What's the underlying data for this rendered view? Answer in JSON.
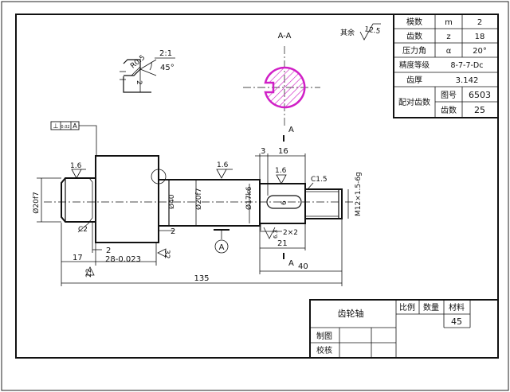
{
  "title_block": {
    "part_name": "齿轮轴",
    "col_scale": "比例",
    "col_quantity": "数量",
    "col_material": "材料",
    "material": "45",
    "drawn_by_label": "制图",
    "checked_by_label": "校核"
  },
  "gear_table": {
    "rows": [
      {
        "label": "模数",
        "symbol": "m",
        "value": "2"
      },
      {
        "label": "齿数",
        "symbol": "z",
        "value": "18"
      },
      {
        "label": "压力角",
        "symbol": "α",
        "value": "20°"
      },
      {
        "label": "精度等级",
        "value": "8-7-7-Dc"
      },
      {
        "label": "齿厚",
        "value": "3.142"
      }
    ],
    "mating_label": "配对齿数",
    "mating_drawing_no_label": "图号",
    "mating_drawing_no": "6503",
    "mating_teeth_label": "齿数",
    "mating_teeth": "25"
  },
  "notes": {
    "section_label": "A-A",
    "surface_rest_label": "其余",
    "surface_rest_value": "12.5",
    "detail_scale": "2:1",
    "detail_radius": "R0.5",
    "detail_angle": "45°",
    "section_arrow_top": "A",
    "section_arrow_bottom": "A",
    "datum_letter": "A",
    "geom_tolerance": [
      "⊥",
      "0.02",
      "A"
    ]
  },
  "dimensions": {
    "gear_dia": "Ø20f7",
    "shoulder_dia": "Ø40",
    "bearing_dia": "Ø20f7",
    "keyway_dia": "Ø17k6",
    "thread": "M12×1.5-6g",
    "keyway_depth": "6",
    "chamfer_left": "C2",
    "chamfer_right": "C1.5",
    "groove": "2×2",
    "small_2a": "2",
    "small_2b": "2",
    "small_2c": "2",
    "len_17": "17",
    "len_28": "28-0.023",
    "len_22": "22",
    "len_32": "32",
    "len_135": "135",
    "len_3": "3",
    "len_16": "16",
    "len_21": "21",
    "len_40": "40",
    "rough_1": "1.6",
    "rough_2": "1.6",
    "rough_3": "1.6",
    "rough_4": "6.3"
  }
}
